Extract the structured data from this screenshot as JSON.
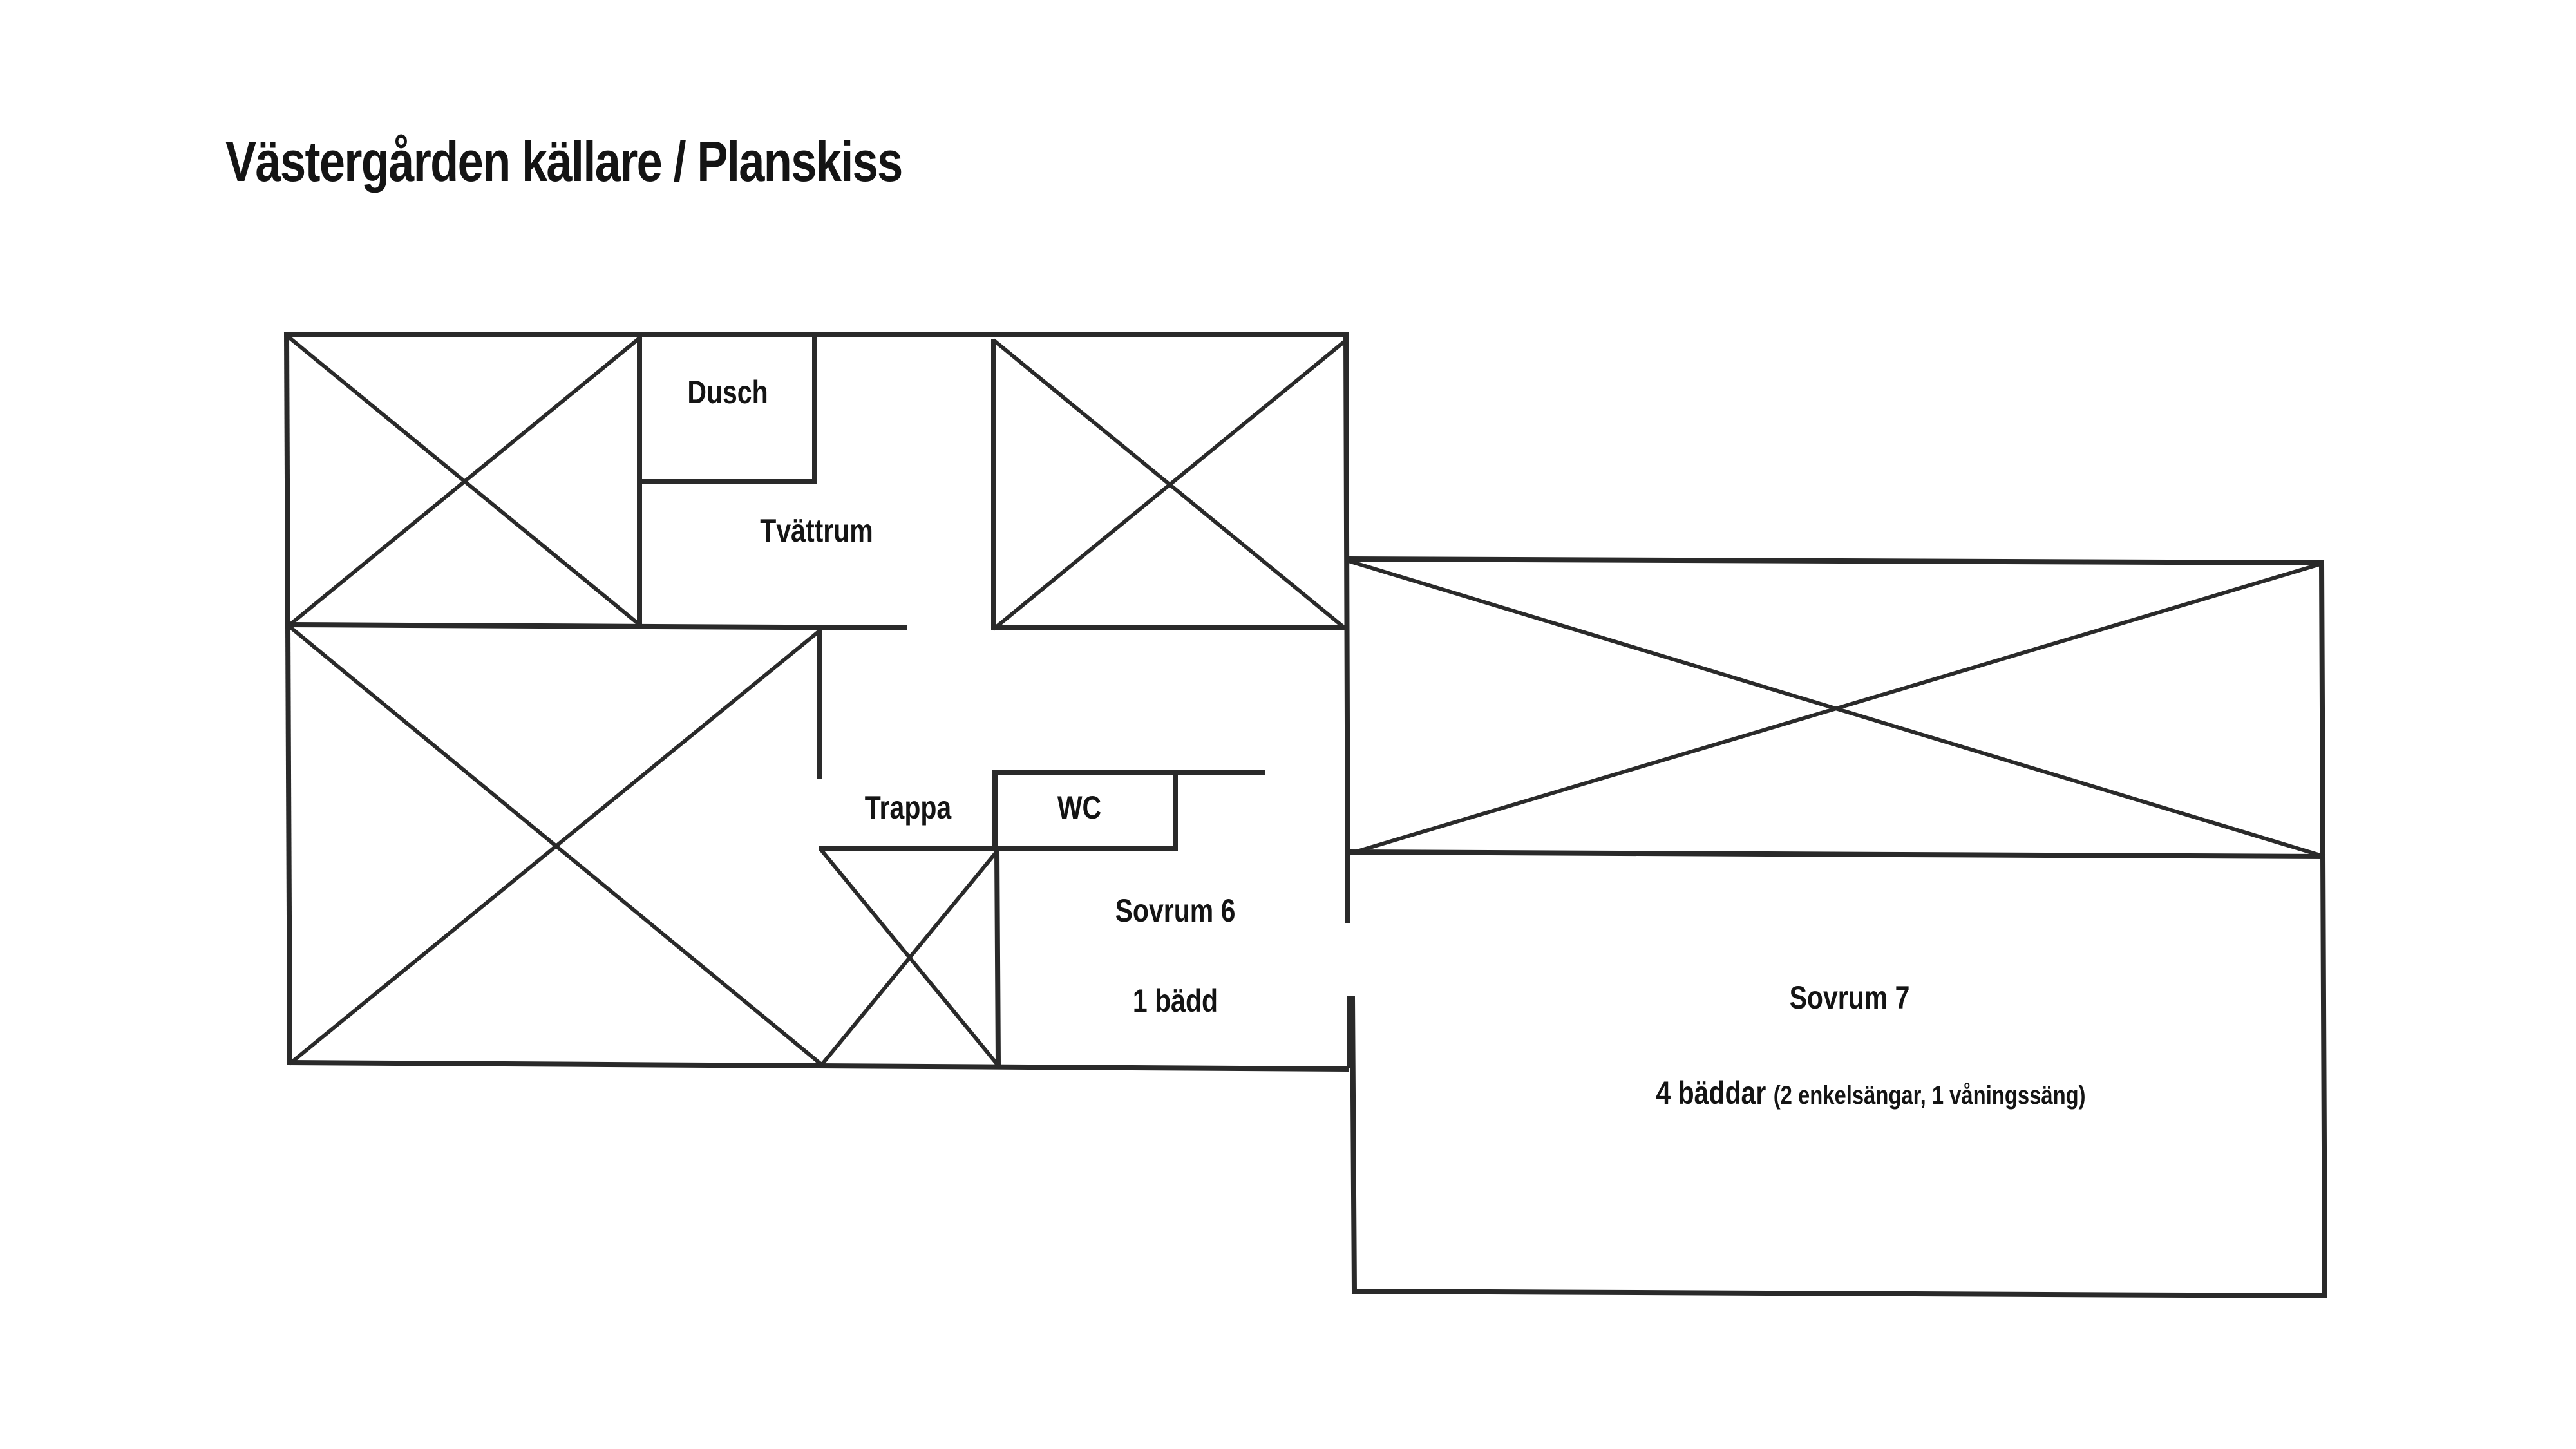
{
  "title": "Västergården källare / Planskiss",
  "rooms": {
    "dusch": "Dusch",
    "tvattrum": "Tvättrum",
    "trappa": "Trappa",
    "wc": "WC",
    "sovrum6_name": "Sovrum 6",
    "sovrum6_beds": "1 bädd",
    "sovrum7_name": "Sovrum 7",
    "sovrum7_beds": "4 bäddar",
    "sovrum7_beds_detail": "(2 enkelsängar, 1 våningssäng)"
  }
}
